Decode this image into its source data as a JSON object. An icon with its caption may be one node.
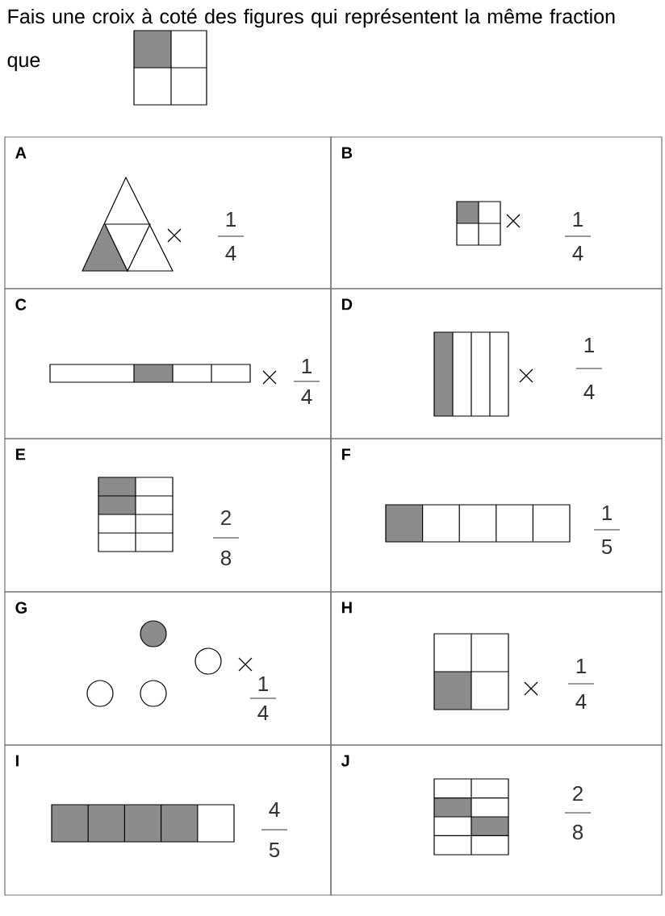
{
  "diagram": {
    "title": "Fais une croix à coté des figures qui représentent la même fraction que",
    "nodes": [
      {
        "text": [
          "A",
          "1",
          "4"
        ]
      },
      {
        "text": [
          "B",
          "1",
          "4"
        ]
      },
      {
        "text": [
          "C",
          "1",
          "4"
        ]
      },
      {
        "text": [
          "D",
          "1",
          "4"
        ]
      },
      {
        "text": [
          "E",
          "2",
          "8"
        ]
      },
      {
        "text": [
          "F",
          "1",
          "5"
        ]
      },
      {
        "text": [
          "G",
          "1",
          "4"
        ]
      },
      {
        "text": [
          "H",
          "1",
          "4"
        ]
      },
      {
        "text": [
          "I",
          "4",
          "5"
        ]
      },
      {
        "text": [
          "J",
          "2",
          "8"
        ]
      }
    ]
  }
}
